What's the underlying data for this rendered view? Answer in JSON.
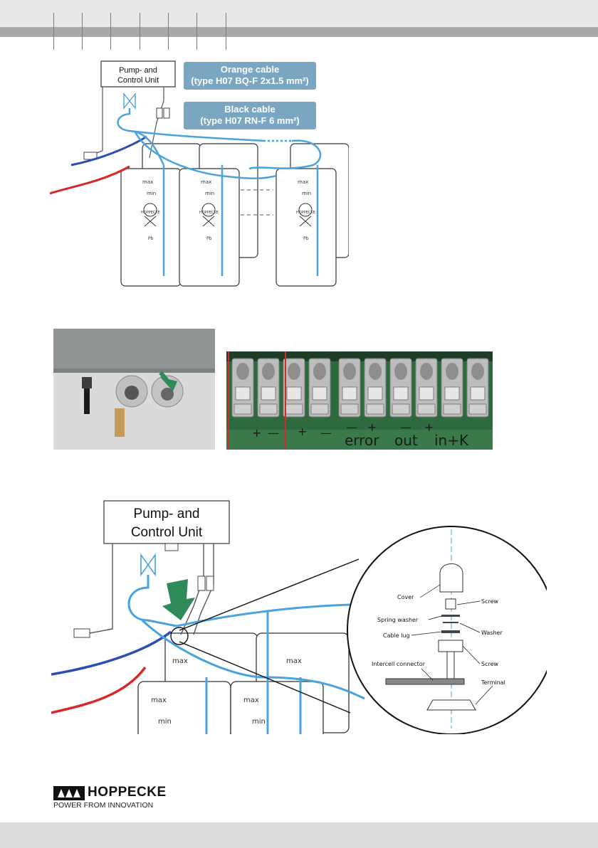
{
  "diagram1": {
    "pump_label_line1": "Pump- and",
    "pump_label_line2": "Control Unit",
    "orange_cable_line1": "Orange cable",
    "orange_cable_line2": "(type H07 BQ-F 2x1.5 mm²)",
    "black_cable_line1": "Black cable",
    "black_cable_line2": "(type H07 RN-F 6 mm²)",
    "cell_max": "max",
    "cell_min": "min",
    "cell_brand": "HOPPECKE",
    "cell_pb": "Pb"
  },
  "terminal_photo": {
    "labels": [
      "+",
      "—",
      "+",
      "—",
      "—",
      "+",
      "—",
      "+"
    ],
    "words": [
      "error",
      "out",
      "in+K"
    ]
  },
  "diagram2": {
    "pump_label_line1": "Pump- and",
    "pump_label_line2": "Control Unit",
    "cell_max": "max",
    "cell_min": "min",
    "detail_labels": {
      "cover": "Cover",
      "screw_top": "Screw",
      "spring_washer": "Spring washer",
      "washer": "Washer",
      "cable_lug": "Cable lug",
      "intercell_connector": "Intercell connector",
      "screw_bottom": "Screw",
      "terminal": "Terminal"
    }
  },
  "footer": {
    "brand": "HOPPECKE",
    "tagline": "POWER FROM INNOVATION"
  },
  "colors": {
    "cable_blue": "#4aa3dc",
    "cable_dark_blue": "#2a4fb0",
    "cable_red": "#d6282a",
    "callout_bg": "#7aa6c2",
    "arrow_green": "#2f8a5a"
  }
}
